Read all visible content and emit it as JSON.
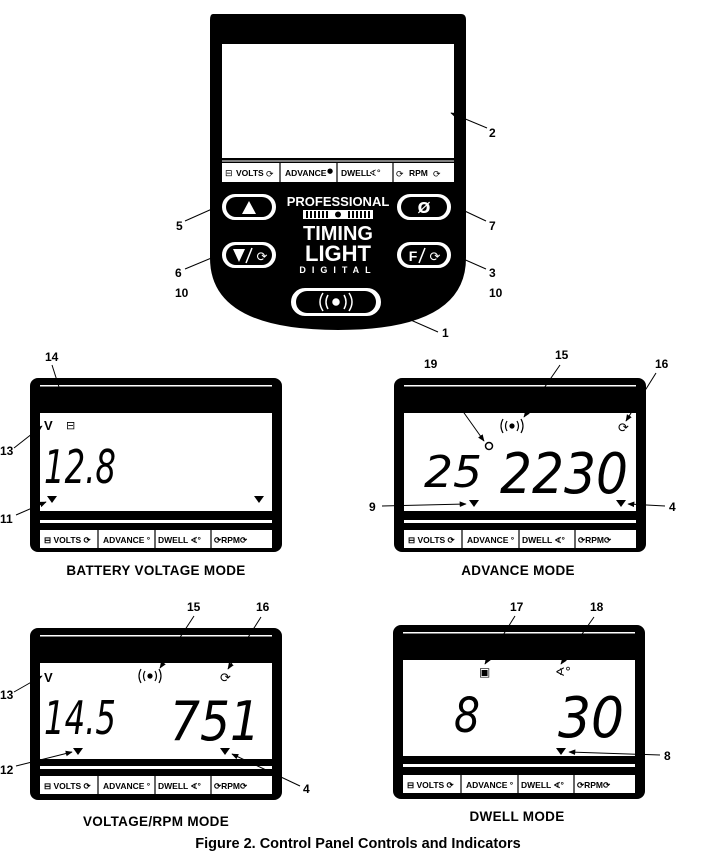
{
  "figure_caption": "Figure 2.  Control Panel Controls and Indicators",
  "device": {
    "brand_line1": "PROFESSIONAL",
    "brand_line2": "TIMING",
    "brand_line3": "LIGHT",
    "brand_line4": "DIGITAL",
    "tabs": [
      "VOLTS",
      "ADVANCE",
      "DWELL",
      "RPM"
    ],
    "buttons": {
      "up": "▲",
      "down_mode": "▼/⟳",
      "zero": "Ø",
      "function": "F/⟳",
      "trigger": "((◉))"
    },
    "callouts": [
      "1",
      "2",
      "3",
      "5",
      "6",
      "7",
      "10",
      "10"
    ]
  },
  "panels": [
    {
      "caption": "BATTERY VOLTAGE MODE",
      "unit": "V",
      "reading_left": "12.8",
      "reading_right": "",
      "callouts": [
        "14",
        "13",
        "11"
      ]
    },
    {
      "caption": "ADVANCE MODE",
      "unit": "°",
      "reading_left": "25",
      "reading_right": "2230",
      "callouts": [
        "19",
        "15",
        "16",
        "9",
        "4"
      ]
    },
    {
      "caption": "VOLTAGE/RPM MODE",
      "unit": "V",
      "reading_left": "14.5",
      "reading_right": "751",
      "callouts": [
        "15",
        "16",
        "13",
        "12",
        "4"
      ]
    },
    {
      "caption": "DWELL MODE",
      "unit": "",
      "reading_left": "8",
      "reading_right": "30",
      "callouts": [
        "17",
        "18",
        "8"
      ]
    }
  ]
}
